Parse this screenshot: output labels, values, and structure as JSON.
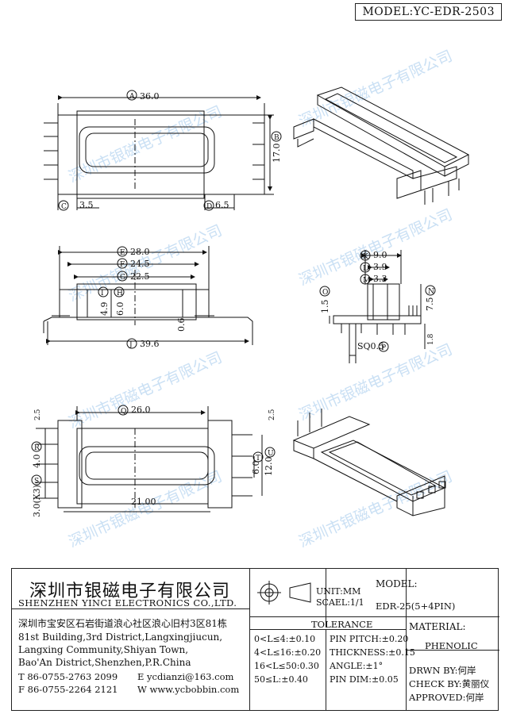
{
  "model_title": "MODEL:YC-EDR-2503",
  "watermark": "深圳市银磁电子有限公司",
  "dims_top": {
    "A": "36.0",
    "B": "17.0",
    "C": "3.5",
    "D": "6.5",
    "labels": {
      "A": "A",
      "B": "B",
      "C": "C",
      "D": "D"
    }
  },
  "dims_mid_left": {
    "E": "28.0",
    "F": "24.5",
    "G": "22.5",
    "H": "6.0",
    "I": "4.9",
    "J": "39.6",
    "v06": "0.6",
    "labels": {
      "E": "E",
      "F": "F",
      "G": "G",
      "H": "H",
      "I": "I",
      "J": "J"
    }
  },
  "dims_mid_right": {
    "K": "9.0",
    "L": "3.9",
    "M": "3.3",
    "N": "7.5",
    "O": "1.5",
    "P": "SQ0.5",
    "v18": "1.8",
    "labels": {
      "K": "K",
      "L": "L",
      "M": "M",
      "N": "N",
      "O": "O",
      "P": "P"
    }
  },
  "dims_bottom": {
    "Q": "26.0",
    "R": "4.0",
    "S": "3.0(X3)",
    "T": "6.0",
    "U": "12.0",
    "v25a": "2.5",
    "v25b": "2.5",
    "v2100": "21.00",
    "labels": {
      "Q": "Q",
      "R": "R",
      "S": "S",
      "T": "T",
      "U": "U"
    }
  },
  "title_block": {
    "company_cn": "深圳市银磁电子有限公司",
    "company_en": "SHENZHEN YINCI ELECTRONICS CO.,LTD.",
    "address_cn": "深圳市宝安区石岩街道浪心社区浪心旧村3区81栋",
    "address_en_1": "81st Building,3rd District,Langxingjiucun,",
    "address_en_2": "Langxing Community,Shiyan Town,",
    "address_en_3": "Bao'An District,Shenzhen,P.R.China",
    "tel": "T 86-0755-2763 2099",
    "fax": "F 86-0755-2264 2121",
    "email": "E ycdianzi@163.com",
    "web": "W www.ycbobbin.com",
    "unit": "UNIT:MM",
    "scale": "SCAEL:1/1",
    "model_label": "MODEL:",
    "model_value": "EDR-25(5+4PIN)",
    "tolerance_title": "TOLERANCE",
    "tol_rows": [
      "0<L≤4:±0.10",
      "4<L≤16:±0.20",
      "16<L≤50:0.30",
      "50≤L:±0.40"
    ],
    "pin_rows": [
      "PIN PITCH:±0.20",
      "THICKNESS:±0.15",
      "ANGLE:±1°",
      "PIN DIM:±0.05"
    ],
    "material_label": "MATERIAL:",
    "material_value": "PHENOLIC",
    "drawn_by": "DRWN BY:何岸",
    "check_by": "CHECK BY:黄丽仪",
    "approved": "APPROVED:何岸"
  }
}
